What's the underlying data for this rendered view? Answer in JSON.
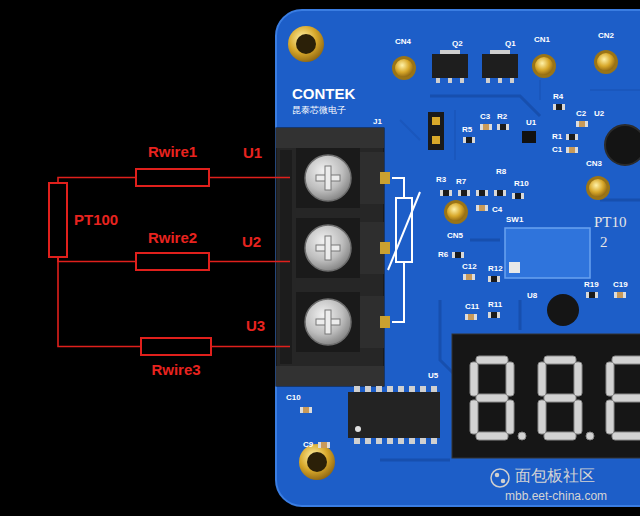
{
  "diagram": {
    "nodes": [
      {
        "text": [
          "Rwire1"
        ]
      },
      {
        "text": [
          "PT100"
        ]
      },
      {
        "text": [
          "Rwire2"
        ]
      },
      {
        "text": [
          "Rwire3"
        ]
      }
    ],
    "edges": [
      {
        "from": 1,
        "to": 0,
        "arrow": "none"
      },
      {
        "from": 1,
        "to": 2,
        "arrow": "none"
      },
      {
        "from": 1,
        "to": 3,
        "arrow": "none"
      }
    ],
    "labels": [
      "U1",
      "U2",
      "U3",
      "CN4",
      "Q2",
      "Q1",
      "CN1",
      "CN2",
      "CONTEK",
      "昆泰芯微电子",
      "J1",
      "R4",
      "R5",
      "C3",
      "R2",
      "U1",
      "C2",
      "U2",
      "R1",
      "C1",
      "CN3",
      "R3",
      "R7",
      "R8",
      "R10",
      "C4",
      "SW1",
      "PT10",
      "2",
      "CN5",
      "R6",
      "C12",
      "R12",
      "C11",
      "R11",
      "U8",
      "R19",
      "C19",
      "U5",
      "C10",
      "C9",
      "面包板社区",
      "mbb.eet-china.com"
    ]
  }
}
